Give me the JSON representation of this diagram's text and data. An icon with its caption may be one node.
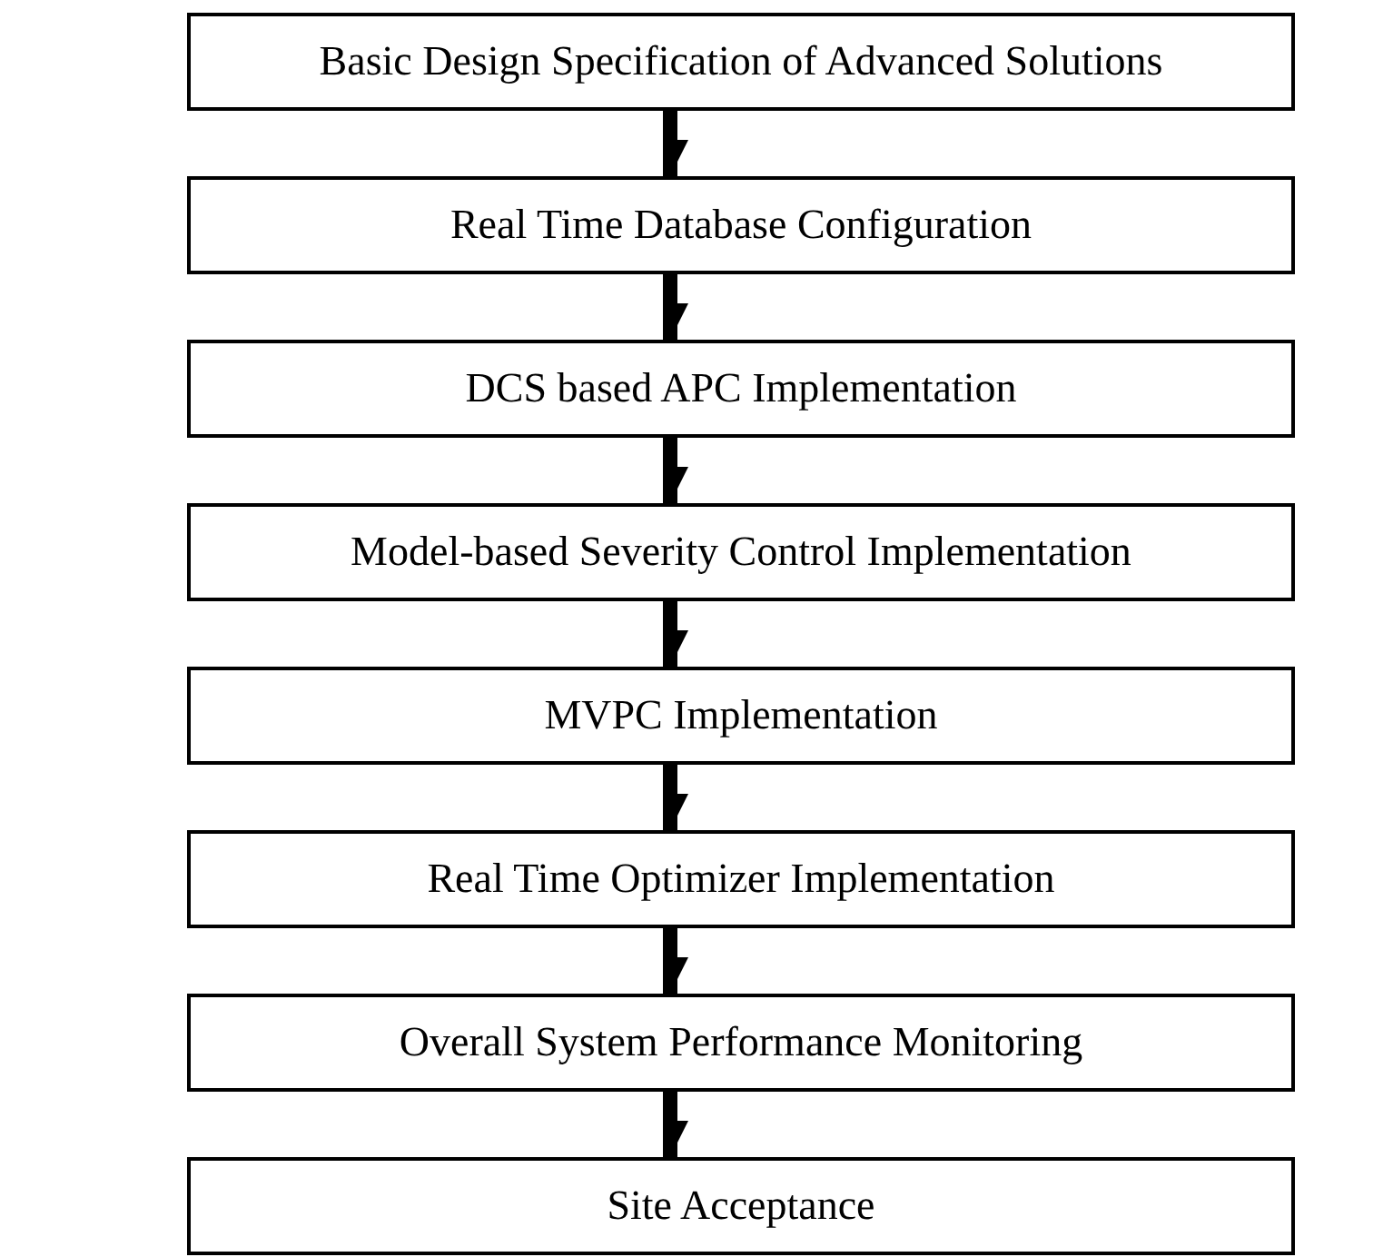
{
  "diagram": {
    "nodes": [
      {
        "text": [
          "Basic Design Specification of Advanced Solutions"
        ]
      },
      {
        "text": [
          "Real Time Database Configuration"
        ]
      },
      {
        "text": [
          "DCS based APC Implementation"
        ]
      },
      {
        "text": [
          "Model-based Severity Control Implementation"
        ]
      },
      {
        "text": [
          "MVPC Implementation"
        ]
      },
      {
        "text": [
          "Real Time Optimizer Implementation"
        ]
      },
      {
        "text": [
          "Overall System Performance Monitoring"
        ]
      },
      {
        "text": [
          "Site Acceptance"
        ]
      }
    ],
    "edges": [
      {
        "from": 0,
        "to": 1,
        "arrow": "to"
      },
      {
        "from": 1,
        "to": 2,
        "arrow": "to"
      },
      {
        "from": 2,
        "to": 3,
        "arrow": "to"
      },
      {
        "from": 3,
        "to": 4,
        "arrow": "to"
      },
      {
        "from": 4,
        "to": 5,
        "arrow": "to"
      },
      {
        "from": 5,
        "to": 6,
        "arrow": "to"
      },
      {
        "from": 6,
        "to": 7,
        "arrow": "to"
      }
    ]
  }
}
